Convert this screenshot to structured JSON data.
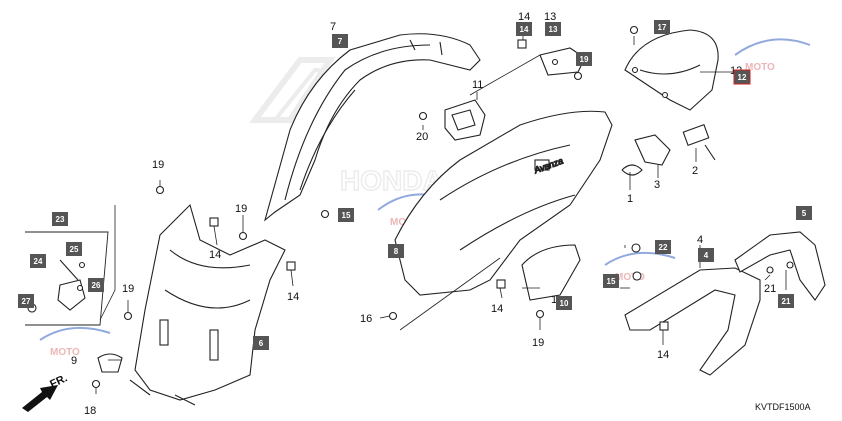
{
  "diagram": {
    "code": "KVTDF1500A",
    "direction_label": "FR.",
    "watermark_text": "MOTO",
    "brand_mark": "HONDA",
    "model_name": "Avanza",
    "accent_color": "#cc2222",
    "box_color": "#555555",
    "callouts": {
      "c1": "1",
      "c2": "2",
      "c3": "3",
      "c4": "4",
      "c5": "5",
      "c6": "6",
      "c7": "7",
      "c8": "8",
      "c9": "9",
      "c10": "10",
      "c11": "11",
      "c12": "12",
      "c13": "13",
      "c14": "14",
      "c15": "15",
      "c16": "16",
      "c17": "17",
      "c18": "18",
      "c19": "19",
      "c20": "20",
      "c21": "21",
      "c22": "22",
      "c23": "23",
      "c24": "24",
      "c25": "25",
      "c26": "26",
      "c27": "27"
    }
  }
}
